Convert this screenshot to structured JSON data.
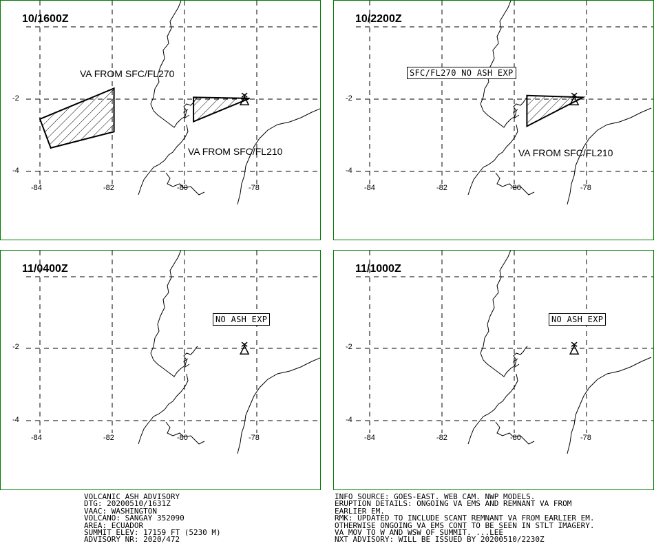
{
  "panels": [
    {
      "time": "10/1600Z",
      "labels": [
        "VA FROM SFC/FL270",
        "VA FROM SFC/FL210"
      ],
      "boxes": [],
      "ash": [
        [
          [
            -84.0,
            -2.55
          ],
          [
            -81.95,
            -1.7
          ],
          [
            -81.95,
            -2.9
          ],
          [
            -83.7,
            -3.35
          ]
        ],
        [
          [
            -79.75,
            -1.95
          ],
          [
            -78.2,
            -1.98
          ],
          [
            -79.75,
            -2.62
          ]
        ]
      ]
    },
    {
      "time": "10/2200Z",
      "labels": [
        "VA FROM SFC/FL210"
      ],
      "boxes": [
        "SFC/FL270 NO ASH EXP"
      ],
      "ash": [
        [
          [
            -79.65,
            -1.9
          ],
          [
            -78.1,
            -1.95
          ],
          [
            -79.65,
            -2.75
          ]
        ]
      ]
    },
    {
      "time": "11/0400Z",
      "labels": [],
      "boxes": [
        "NO ASH EXP"
      ],
      "ash": []
    },
    {
      "time": "11/1000Z",
      "labels": [],
      "boxes": [
        "NO ASH EXP"
      ],
      "ash": []
    }
  ],
  "axes": {
    "x_ticks": [
      "-84",
      "-82",
      "-80",
      "-78"
    ],
    "y_ticks": [
      "-2",
      "-4"
    ]
  },
  "volcano": {
    "lon": -78.34,
    "lat": -2.005
  },
  "advisory_left": [
    "VOLCANIC ASH ADVISORY",
    "DTG: 20200510/1631Z",
    "VAAC: WASHINGTON",
    "VOLCANO: SANGAY 352090",
    "AREA: ECUADOR",
    "SUMMIT ELEV: 17159 FT (5230 M)",
    "ADVISORY NR: 2020/472"
  ],
  "advisory_right": [
    "INFO SOURCE: GOES-EAST. WEB CAM. NWP MODELS.",
    "ERUPTION DETAILS: ONGOING VA EMS AND REMNANT VA FROM",
    "EARLIER EM.",
    "RMK: UPDATED TO INCLUDE SCANT REMNANT VA FROM EARLIER EM.",
    "OTHERWISE ONGOING VA EMS CONT TO BE SEEN IN STLT IMAGERY.",
    "VA MOV TO W AND WSW OF SUMMIT. ...LEE",
    "NXT ADVISORY: WILL BE ISSUED BY 20200510/2230Z"
  ],
  "colors": {
    "panel_border": "#007a00"
  }
}
